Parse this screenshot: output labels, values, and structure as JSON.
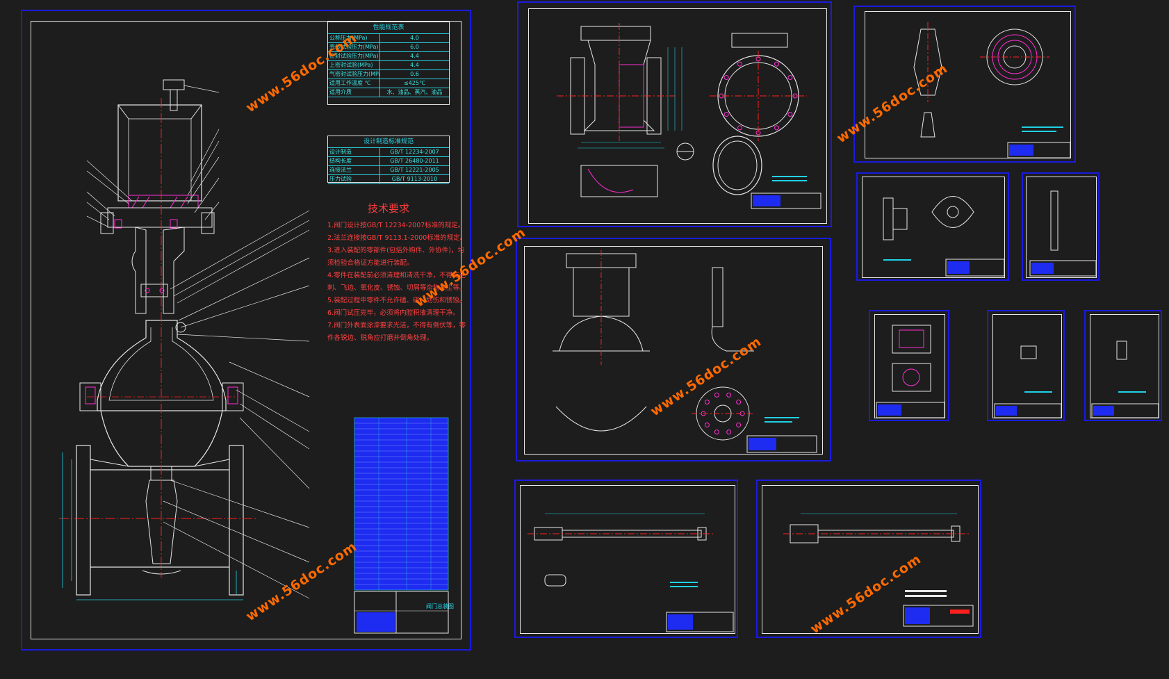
{
  "corner_label": "",
  "watermark": "www.56doc.com",
  "main_drawing": {
    "table1_title": "性能规范表",
    "table1_rows": [
      {
        "label": "公称压力(MPa)",
        "value": "4.0"
      },
      {
        "label": "壳体试验压力(MPa)",
        "value": "6.0"
      },
      {
        "label": "密封试验压力(MPa)",
        "value": "4.4"
      },
      {
        "label": "上密封试验(MPa)",
        "value": "4.4"
      },
      {
        "label": "气密封试验压力(MPa)",
        "value": "0.6"
      },
      {
        "label": "适用工作温度 ℃",
        "value": "≤425℃"
      },
      {
        "label": "适用介质",
        "value": "水、油品、蒸汽、油品"
      }
    ],
    "table2_title": "设计制造标准规范",
    "table2_rows": [
      {
        "label": "设计制造",
        "value": "GB/T 12234-2007"
      },
      {
        "label": "结构长度",
        "value": "GB/T 26480-2011"
      },
      {
        "label": "连接法兰",
        "value": "GB/T 12221-2005"
      },
      {
        "label": "压力试验",
        "value": "GB/T 9113-2010"
      }
    ],
    "requirements_title": "技术要求",
    "requirements": [
      "1.阀门设计按GB/T 12234-2007标准的规定。",
      "2.法兰连接按GB/T 9113.1-2000标准的规定。",
      "3.进入装配的零部件(包括外购件、外协件)，均",
      "须检验合格证方能进行装配。",
      "4.零件在装配前必须清理和清洗干净，不得有毛",
      "刺、飞边、氧化皮、锈蚀、切屑等杂物灰尘等。",
      "5.装配过程中零件不允许磕、碰、划伤和锈蚀。",
      "6.阀门试压完毕，必须将内腔积液清理干净。",
      "7.阀门外表面涂漆要求光洁，不得有倒伏等，零",
      "件各锐边、锐角应打磨并倒角处理。"
    ],
    "title_block_name": "阀门总装图"
  },
  "colors": {
    "background": "#1d1d1d",
    "frame": "#1a1ae0",
    "border": "#e8e8e8",
    "part": "#e6e6e6",
    "dimension": "#1fd2e6",
    "center": "#ff2020",
    "hatch": "#ff2fd4",
    "watermark": "#ff6a00",
    "bom": "#1e2bf0"
  }
}
